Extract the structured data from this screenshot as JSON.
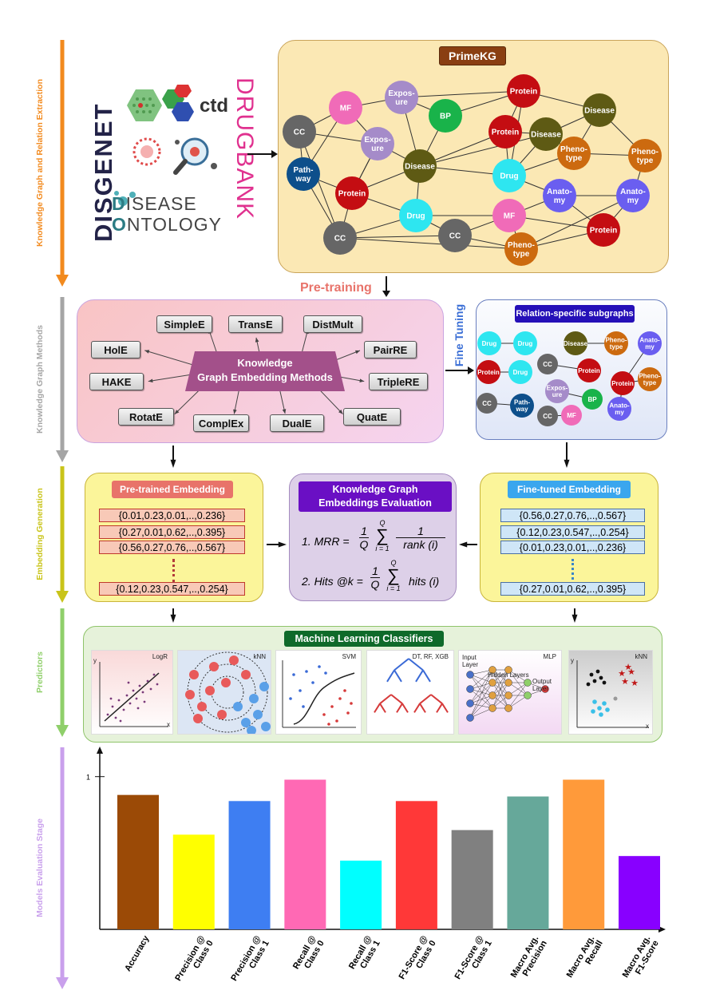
{
  "stages": [
    {
      "label": "Knowledge Graph and Relation Extraction",
      "color": "#f28a1e"
    },
    {
      "label": "Knowledge Graph Methods",
      "color": "#a5a5a5"
    },
    {
      "label": "Embedding Generation",
      "color": "#c9c41a"
    },
    {
      "label": "Predictors",
      "color": "#8fcf6a"
    },
    {
      "label": "Models Evaluation Stage",
      "color": "#c9a0ec"
    }
  ],
  "sources": {
    "disgenet": "DISGENET",
    "ctd": "ctd",
    "drugbank": "DRUGBANK",
    "disease_ontology_line1": "ISEASE",
    "disease_ontology_line2": "NTOLOGY"
  },
  "primekg": {
    "title": "PrimeKG",
    "nodes": [
      {
        "label": "CC",
        "color": "#666666"
      },
      {
        "label": "MF",
        "color": "#f06bb8"
      },
      {
        "label": "Expos-\nure",
        "color": "#a58bc9"
      },
      {
        "label": "Expos-\nure",
        "color": "#a58bc9"
      },
      {
        "label": "BP",
        "color": "#19b34a"
      },
      {
        "label": "Protein",
        "color": "#c40d12"
      },
      {
        "label": "Protein",
        "color": "#c40d12"
      },
      {
        "label": "Disease",
        "color": "#5e5a14"
      },
      {
        "label": "Disease",
        "color": "#5e5a14"
      },
      {
        "label": "Disease",
        "color": "#5e5a14"
      },
      {
        "label": "Path-\nway",
        "color": "#0d4f8b"
      },
      {
        "label": "Protein",
        "color": "#c40d12"
      },
      {
        "label": "Drug",
        "color": "#2ee6f0"
      },
      {
        "label": "Drug",
        "color": "#2ee6f0"
      },
      {
        "label": "Pheno-\ntype",
        "color": "#cc6a0f"
      },
      {
        "label": "Pheno-\ntype",
        "color": "#cc6a0f"
      },
      {
        "label": "Anato-\nmy",
        "color": "#6a5ef0"
      },
      {
        "label": "Anato-\nmy",
        "color": "#6a5ef0"
      },
      {
        "label": "MF",
        "color": "#f06bb8"
      },
      {
        "label": "CC",
        "color": "#666666"
      },
      {
        "label": "CC",
        "color": "#666666"
      },
      {
        "label": "Protein",
        "color": "#c40d12"
      },
      {
        "label": "Pheno-\ntype",
        "color": "#cc6a0f"
      }
    ]
  },
  "pretraining_label": "Pre-training",
  "finetuning_label": "Fine Tuning",
  "kg_methods": {
    "center": "Knowledge\nGraph Embedding Methods",
    "methods": [
      "SimpleE",
      "TransE",
      "DistMult",
      "HolE",
      "PairRE",
      "HAKE",
      "TripleRE",
      "RotatE",
      "ComplEx",
      "DualE",
      "QuatE"
    ]
  },
  "subgraphs": {
    "title": "Relation-specific subgraphs",
    "nodes": [
      {
        "label": "Drug",
        "color": "#2ee6f0"
      },
      {
        "label": "Drug",
        "color": "#2ee6f0"
      },
      {
        "label": "Disease",
        "color": "#5e5a14"
      },
      {
        "label": "Pheno-\ntype",
        "color": "#cc6a0f"
      },
      {
        "label": "Anato-\nmy",
        "color": "#6a5ef0"
      },
      {
        "label": "Protein",
        "color": "#c40d12"
      },
      {
        "label": "Drug",
        "color": "#2ee6f0"
      },
      {
        "label": "CC",
        "color": "#666666"
      },
      {
        "label": "Protein",
        "color": "#c40d12"
      },
      {
        "label": "Protein",
        "color": "#c40d12"
      },
      {
        "label": "Pheno-\ntype",
        "color": "#cc6a0f"
      },
      {
        "label": "Expos-\nure",
        "color": "#a58bc9"
      },
      {
        "label": "BP",
        "color": "#19b34a"
      },
      {
        "label": "CC",
        "color": "#666666"
      },
      {
        "label": "Path-\nway",
        "color": "#0d4f8b"
      },
      {
        "label": "CC",
        "color": "#666666"
      },
      {
        "label": "MF",
        "color": "#f06bb8"
      },
      {
        "label": "Anato-\nmy",
        "color": "#6a5ef0"
      }
    ]
  },
  "pretrained": {
    "title": "Pre-trained Embedding",
    "rows": [
      "{0.01,0.23,0.01,..,0.236}",
      "{0.27,0.01,0.62,..,0.395}",
      "{0.56,0.27,0.76,..,0.567}",
      "{0.12,0.23,0.547,..,0.254}"
    ]
  },
  "evaluation": {
    "title": "Knowledge Graph\nEmbeddings Evaluation",
    "mrr_prefix": "1. MRR = ",
    "hits_prefix": "2. Hits @k = ",
    "frac_num": "1",
    "frac_den": "Q",
    "sum_top": "Q",
    "sum_sym": "∑",
    "sum_bottom": "i = 1",
    "mrr_num": "1",
    "mrr_den": "rank (i)",
    "hits_term": "hits (i)"
  },
  "finetuned": {
    "title": "Fine-tuned Embedding",
    "rows": [
      "{0.56,0.27,0.76,..,0.567}",
      "{0.12,0.23,0.547,..,0.254}",
      "{0.01,0.23,0.01,..,0.236}",
      "{0.27,0.01,0.62,..,0.395}"
    ]
  },
  "classifiers": {
    "title": "Machine Learning Classifiers",
    "panels": [
      {
        "label": "LogR",
        "axis_y": "y",
        "axis_x": "x"
      },
      {
        "label": "kNN"
      },
      {
        "label": "SVM"
      },
      {
        "label": "DT, RF, XGB"
      },
      {
        "label": "MLP",
        "input": "Input\nLayer",
        "hidden": "Hidden Layers",
        "output": "Output\nLayer"
      },
      {
        "label": "kNN",
        "axis_y": "y",
        "axis_x": "x"
      }
    ]
  },
  "chart_data": {
    "type": "bar",
    "categories": [
      "Accuracy",
      "Precision @\nClass 0",
      "Precision @\nClass 1",
      "Recall @\nClass 0",
      "Recall @\nClass 1",
      "F1-Score @\nClass 0",
      "F1-Score @\nClass 1",
      "Macro Avg.\nPrecision",
      "Macro Avg.\nRecall",
      "Macro Avg.\nF1-Score"
    ],
    "values": [
      0.88,
      0.62,
      0.84,
      0.98,
      0.45,
      0.84,
      0.65,
      0.87,
      0.98,
      0.48
    ],
    "colors": [
      "#9b4a06",
      "#ffff00",
      "#3e7ef2",
      "#ff69b4",
      "#00ffff",
      "#ff3838",
      "#808080",
      "#66a89a",
      "#ff9a3a",
      "#8800ff"
    ],
    "yticks": [
      1
    ],
    "ylim": [
      0,
      1.15
    ],
    "grid": false
  }
}
